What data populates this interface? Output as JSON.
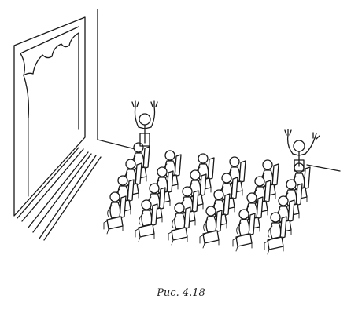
{
  "figure": {
    "caption": "Рис. 4.18",
    "rows": 4,
    "columns": 6,
    "standing_figures": 2
  }
}
